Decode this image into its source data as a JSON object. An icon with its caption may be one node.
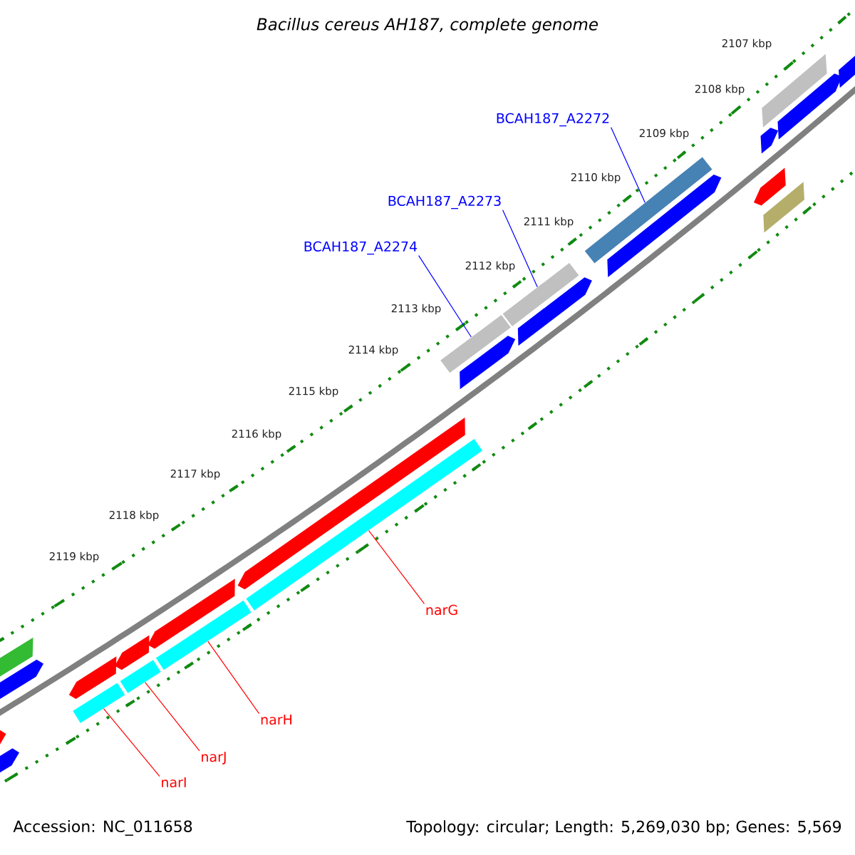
{
  "diagram": {
    "title": "Bacillus cereus AH187, complete genome",
    "nodes": [
      {
        "text": [
          "BCAH187_A2272"
        ]
      },
      {
        "text": [
          "BCAH187_A2273"
        ]
      },
      {
        "text": [
          "BCAH187_A2274"
        ]
      },
      {
        "text": [
          "narG"
        ]
      },
      {
        "text": [
          "narH"
        ]
      },
      {
        "text": [
          "narJ"
        ]
      },
      {
        "text": [
          "narI"
        ]
      },
      {
        "text": [],
        "shape": "bar"
      },
      {
        "text": [],
        "shape": "bar"
      },
      {
        "text": [],
        "shape": "bar"
      },
      {
        "text": [],
        "shape": "bar"
      },
      {
        "text": [],
        "shape": "bar"
      },
      {
        "text": [],
        "shape": "bar"
      },
      {
        "text": [],
        "shape": "bar"
      },
      {
        "text": [],
        "shape": "bar"
      }
    ],
    "edges": [
      {
        "from": 0,
        "to": 7,
        "arrow": "none",
        "color": "#0000ff"
      },
      {
        "from": 1,
        "to": 8,
        "arrow": "none",
        "color": "#0000ff"
      },
      {
        "from": 2,
        "to": 9,
        "arrow": "none",
        "color": "#0000ff"
      },
      {
        "from": 3,
        "to": 10,
        "arrow": "none"
      },
      {
        "from": 4,
        "to": 11,
        "arrow": "none"
      },
      {
        "from": 5,
        "to": 12,
        "arrow": "none"
      },
      {
        "from": 6,
        "to": 13,
        "arrow": "none"
      }
    ],
    "labels": [
      "2107 kbp",
      "2108 kbp",
      "2109 kbp",
      "2110 kbp",
      "2111 kbp",
      "2112 kbp",
      "2113 kbp",
      "2114 kbp",
      "2115 kbp",
      "2116 kbp",
      "2117 kbp",
      "2118 kbp",
      "2119 kbp",
      "Accession: NC_011658",
      "Topology: circular; Length: 5,269,030 bp; Genes: 5,569"
    ]
  }
}
